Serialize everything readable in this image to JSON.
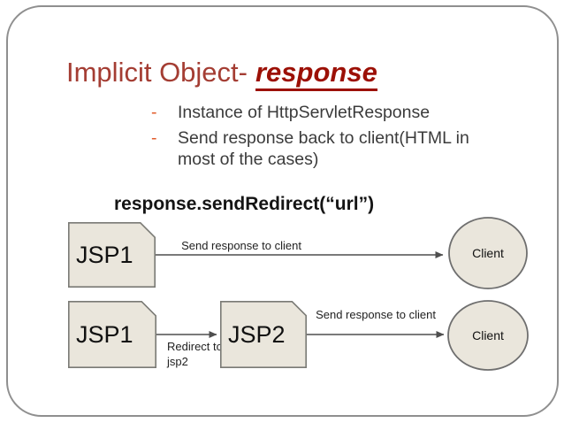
{
  "title": {
    "main": "Implicit Object-",
    "emphasis": "response"
  },
  "bullets": [
    {
      "marker": "-",
      "text": "Instance of HttpServletResponse"
    },
    {
      "marker": "-",
      "text": "Send response back to client(HTML in most of the cases)"
    }
  ],
  "code_line": "response.sendRedirect(“url”)",
  "diagram": {
    "flow1": {
      "source_label": "JSP1",
      "arrow_label": "Send response to client",
      "target_label": "Client"
    },
    "flow2": {
      "source_label": "JSP1",
      "redirect_label_line1": "Redirect to",
      "redirect_label_line2": "jsp2",
      "middle_label": "JSP2",
      "arrow_label": "Send response to client",
      "target_label": "Client"
    }
  },
  "colors": {
    "title_main": "#A43D33",
    "title_emphasis": "#9C1006",
    "bullet_marker": "#E25C2B",
    "body_text": "#3B3B3B",
    "shape_fill": "#EAE6DC",
    "shape_border": "#7A7A75",
    "arrow": "#4F4F4F"
  }
}
